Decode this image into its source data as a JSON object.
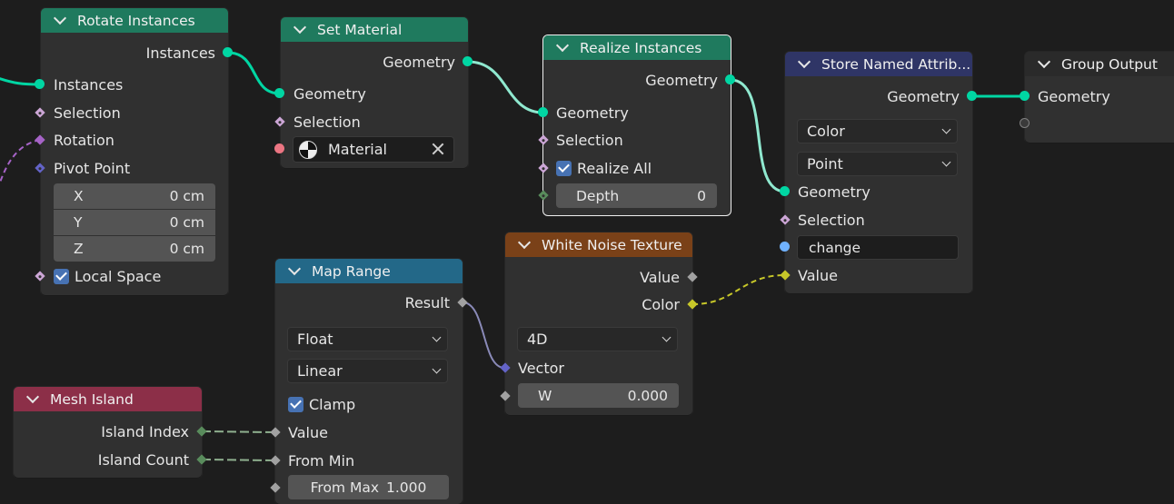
{
  "colors": {
    "background": "#1d1d1d",
    "node_body": "#303030",
    "header_instances": "#1f7a5e",
    "header_attribute": "#2f3566",
    "header_group": "#2a2a2a",
    "header_texture": "#7a4118",
    "header_converter": "#236888",
    "header_input": "#8c2f48",
    "socket_geometry": "#00d6a3",
    "socket_bool": "#cca6d6",
    "socket_rotation": "#a663c7",
    "socket_vector": "#6363c7",
    "socket_material": "#eb7582",
    "socket_float": "#a1a1a1",
    "socket_color": "#c7c729",
    "socket_int": "#598c5c",
    "socket_string": "#70b2ff"
  },
  "nodes": {
    "rotate_instances": {
      "title": "Rotate Instances",
      "out_instances": "Instances",
      "in_instances": "Instances",
      "in_selection": "Selection",
      "in_rotation": "Rotation",
      "in_pivot": "Pivot Point",
      "x_label": "X",
      "x_value": "0 cm",
      "y_label": "Y",
      "y_value": "0 cm",
      "z_label": "Z",
      "z_value": "0 cm",
      "local_space": "Local Space"
    },
    "set_material": {
      "title": "Set Material",
      "out_geometry": "Geometry",
      "in_geometry": "Geometry",
      "in_selection": "Selection",
      "material": "Material"
    },
    "realize_instances": {
      "title": "Realize Instances",
      "out_geometry": "Geometry",
      "in_geometry": "Geometry",
      "in_selection": "Selection",
      "realize_all": "Realize All",
      "depth_label": "Depth",
      "depth_value": "0"
    },
    "store_named_attribute": {
      "title": "Store Named Attrib...",
      "out_geometry": "Geometry",
      "data_type": "Color",
      "domain": "Point",
      "in_geometry": "Geometry",
      "in_selection": "Selection",
      "name_value": "change",
      "in_value": "Value"
    },
    "group_output": {
      "title": "Group Output",
      "in_geometry": "Geometry"
    },
    "white_noise": {
      "title": "White Noise Texture",
      "out_value": "Value",
      "out_color": "Color",
      "dimensions": "4D",
      "in_vector": "Vector",
      "w_label": "W",
      "w_value": "0.000"
    },
    "map_range": {
      "title": "Map Range",
      "out_result": "Result",
      "data_type": "Float",
      "interpolation": "Linear",
      "clamp": "Clamp",
      "in_value": "Value",
      "in_from_min": "From Min",
      "from_max_label": "From Max",
      "from_max_value": "1.000"
    },
    "mesh_island": {
      "title": "Mesh Island",
      "out_island_index": "Island Index",
      "out_island_count": "Island Count"
    }
  }
}
